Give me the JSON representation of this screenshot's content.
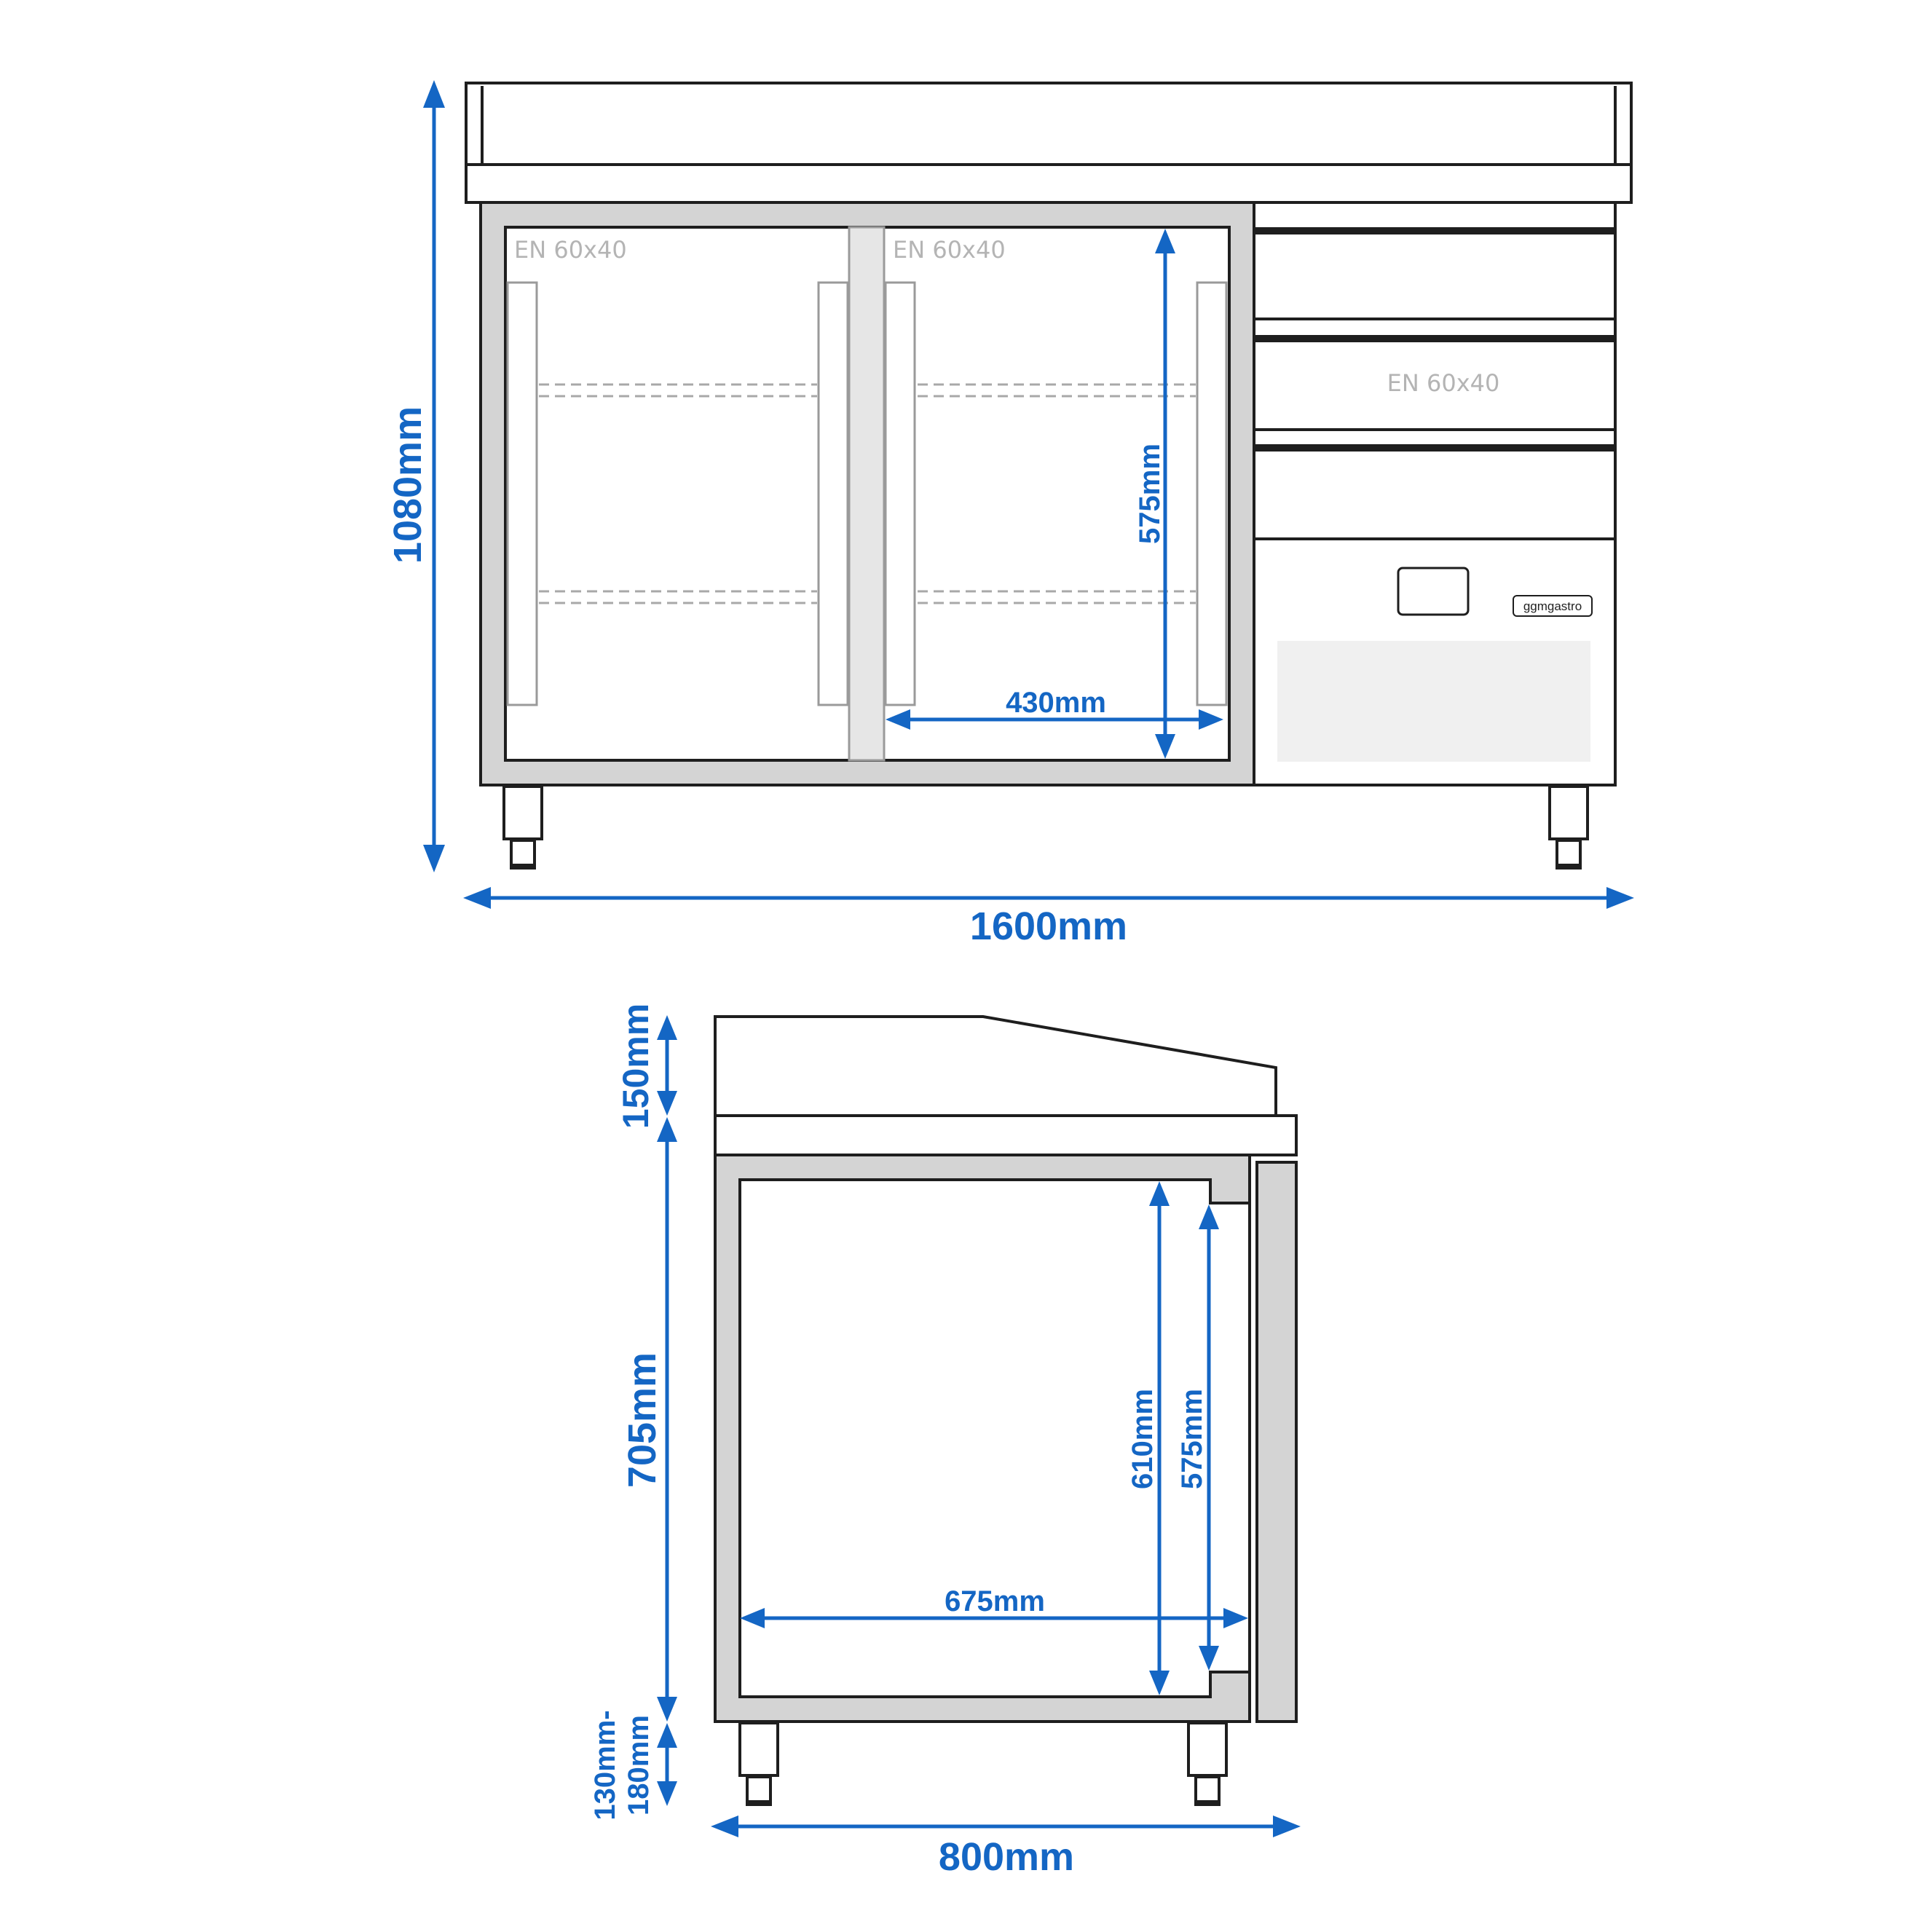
{
  "front_view": {
    "width_label": "1600mm",
    "height_label": "1080mm",
    "inner_width_label": "430mm",
    "inner_height_label": "575mm",
    "left_door_label": "EN 60x40",
    "right_door_label": "EN 60x40",
    "drawer_label": "EN 60x40",
    "brand_label": "ggmgastro"
  },
  "side_view": {
    "depth_label": "800mm",
    "top_height_label": "150mm",
    "body_height_label": "705mm",
    "leg_height_label_line1": "130mm-",
    "leg_height_label_line2": "180mm",
    "inner_depth_label": "675mm",
    "inner_height_label": "610mm",
    "door_height_label": "575mm"
  },
  "colors": {
    "dimension": "#1466c4",
    "outline": "#1e1e1e",
    "steel": "#d4d4d4",
    "label_gray": "#b4b4b4"
  }
}
